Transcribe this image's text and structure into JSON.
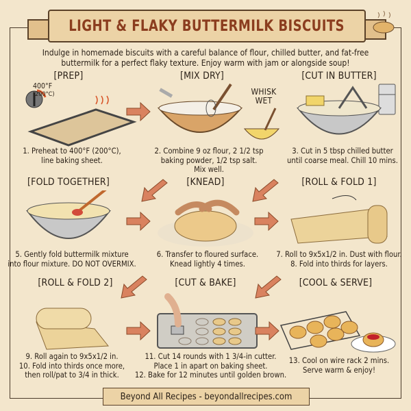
{
  "title": "LIGHT & FLAKY BUTTERMILK BISCUITS",
  "intro": "Indulge in homemade biscuits with a careful balance of flour, chilled butter, and fat-free buttermilk for a perfect flaky texture. Enjoy warm with jam or alongside soup!",
  "colors": {
    "background": "#f3e6cc",
    "title": "#8b3d1f",
    "arrow": "#d9825f",
    "banner": "#ecd3a6"
  },
  "steps": [
    {
      "header": "[PREP]",
      "oven_label": "400°F",
      "oven_label_c": "(200°C)",
      "caption": [
        "1. Preheat to 400°F (200°C),",
        "line baking sheet."
      ],
      "icon": "baking-sheet-icon"
    },
    {
      "header": "[MIX DRY]",
      "sub_label": "WHISK WET",
      "caption": [
        "2. Combine 9 oz flour, 2 1/2 tsp",
        "baking powder, 1/2 tsp salt.",
        "Mix well."
      ],
      "icon": "mixing-bowl-icon"
    },
    {
      "header": "[CUT IN BUTTER]",
      "caption": [
        "3. Cut in 5 tbsp chilled butter",
        "until coarse meal. Chill 10 mins."
      ],
      "icon": "pastry-cutter-icon"
    },
    {
      "header": "[FOLD TOGETHER]",
      "caption": [
        "5. Gently fold buttermilk mixture",
        "into flour mixture. DO NOT OVERMIX."
      ],
      "icon": "spatula-bowl-icon"
    },
    {
      "header": "[KNEAD]",
      "caption": [
        "6. Transfer to floured surface.",
        "Knead lightly 4 times."
      ],
      "icon": "kneading-hands-icon"
    },
    {
      "header": "[ROLL & FOLD 1]",
      "caption": [
        "7. Roll to 9x5x1/2 in. Dust with flour.",
        "8. Fold into thirds for layers."
      ],
      "icon": "rolled-dough-icon"
    },
    {
      "header": "[ROLL & FOLD 2]",
      "caption": [
        "9. Roll again to 9x5x1/2 in.",
        "10. Fold into thirds once more,",
        "then roll/pat to 3/4 in thick."
      ],
      "icon": "folded-dough-icon"
    },
    {
      "header": "[CUT & BAKE]",
      "caption": [
        "11. Cut 14 rounds with 1 3/4-in cutter.",
        "Place 1 in apart on baking sheet.",
        "12. Bake for 12 minutes until golden brown."
      ],
      "icon": "biscuit-cutter-icon"
    },
    {
      "header": "[COOL & SERVE]",
      "caption": [
        "13. Cool on wire rack 2 mins.",
        "Serve warm & enjoy!"
      ],
      "icon": "wire-rack-icon"
    }
  ],
  "footer": "Beyond All Recipes - beyondallrecipes.com"
}
